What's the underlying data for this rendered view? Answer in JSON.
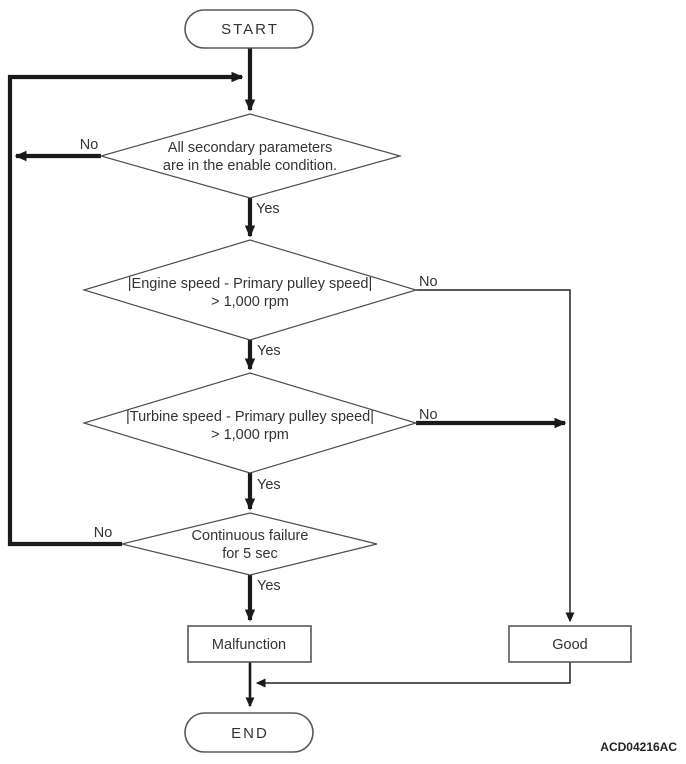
{
  "diagram": {
    "code": "ACD04216AC",
    "start": {
      "label": "START"
    },
    "decision1": {
      "text_line1": "All secondary parameters",
      "text_line2": "are in the enable condition.",
      "no_label": "No",
      "yes_label": "Yes"
    },
    "decision2": {
      "text_line1": "|Engine speed - Primary pulley speed|",
      "text_line2": "> 1,000 rpm",
      "no_label": "No",
      "yes_label": "Yes"
    },
    "decision3": {
      "text_line1": "|Turbine speed - Primary pulley speed|",
      "text_line2": "> 1,000 rpm",
      "no_label": "No",
      "yes_label": "Yes"
    },
    "decision4": {
      "text_line1": "Continuous failure",
      "text_line2": "for 5 sec",
      "no_label": "No",
      "yes_label": "Yes"
    },
    "malfunction": {
      "label": "Malfunction"
    },
    "good": {
      "label": "Good"
    },
    "end": {
      "label": "END"
    }
  },
  "colors": {
    "flow_line": "#1a1a1a",
    "node_outline": "#585858",
    "text": "#333333",
    "background": "#ffffff"
  }
}
